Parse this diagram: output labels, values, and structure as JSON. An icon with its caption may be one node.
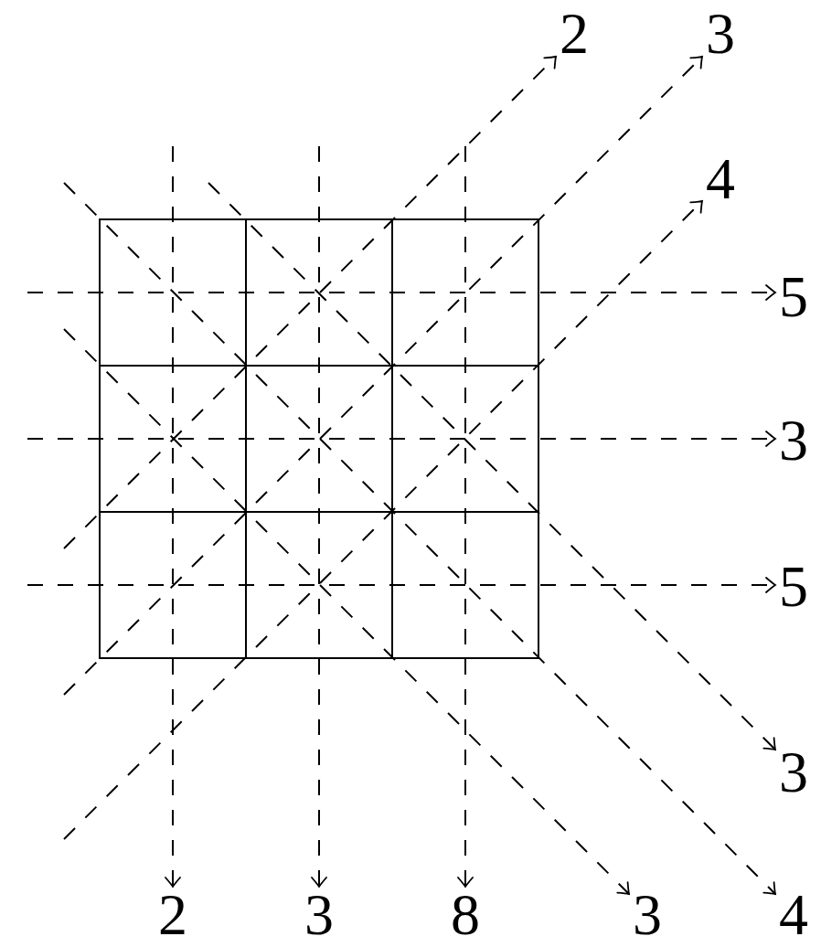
{
  "diagram": {
    "nodes": [
      {
        "text": [
          "2"
        ]
      },
      {
        "text": [
          "3"
        ]
      },
      {
        "text": [
          "4"
        ]
      },
      {
        "text": [],
        "shape": "box"
      },
      {
        "text": [],
        "shape": "box"
      },
      {
        "text": [],
        "shape": "box"
      },
      {
        "text": [],
        "shape": "box"
      },
      {
        "text": [],
        "shape": "box"
      },
      {
        "text": [],
        "shape": "box"
      },
      {
        "text": [],
        "shape": "box"
      },
      {
        "text": [],
        "shape": "box"
      },
      {
        "text": [],
        "shape": "box"
      },
      {
        "text": [
          "5"
        ]
      },
      {
        "text": [
          "3"
        ]
      },
      {
        "text": [
          "5"
        ]
      },
      {
        "text": [
          "3"
        ]
      },
      {
        "text": [
          "2"
        ]
      },
      {
        "text": [
          "3"
        ]
      },
      {
        "text": [
          "8"
        ]
      },
      {
        "text": [
          "3"
        ]
      },
      {
        "text": [
          "4"
        ]
      }
    ],
    "edges": [
      {
        "from": null,
        "to": 16,
        "arrow": "to",
        "style": "dashed"
      },
      {
        "from": null,
        "to": 17,
        "arrow": "to",
        "style": "dashed"
      },
      {
        "from": null,
        "to": 18,
        "arrow": "to",
        "style": "dashed"
      },
      {
        "from": null,
        "to": 12,
        "arrow": "to",
        "style": "dashed"
      },
      {
        "from": null,
        "to": 13,
        "arrow": "to",
        "style": "dashed"
      },
      {
        "from": null,
        "to": 14,
        "arrow": "to",
        "style": "dashed"
      },
      {
        "from": null,
        "to": 0,
        "arrow": "to",
        "style": "dashed"
      },
      {
        "from": null,
        "to": 1,
        "arrow": "to",
        "style": "dashed"
      },
      {
        "from": null,
        "to": 2,
        "arrow": "to",
        "style": "dashed"
      },
      {
        "from": null,
        "to": 15,
        "arrow": "to",
        "style": "dashed"
      },
      {
        "from": null,
        "to": 20,
        "arrow": "to",
        "style": "dashed"
      },
      {
        "from": null,
        "to": 19,
        "arrow": "to",
        "style": "dashed"
      }
    ]
  }
}
